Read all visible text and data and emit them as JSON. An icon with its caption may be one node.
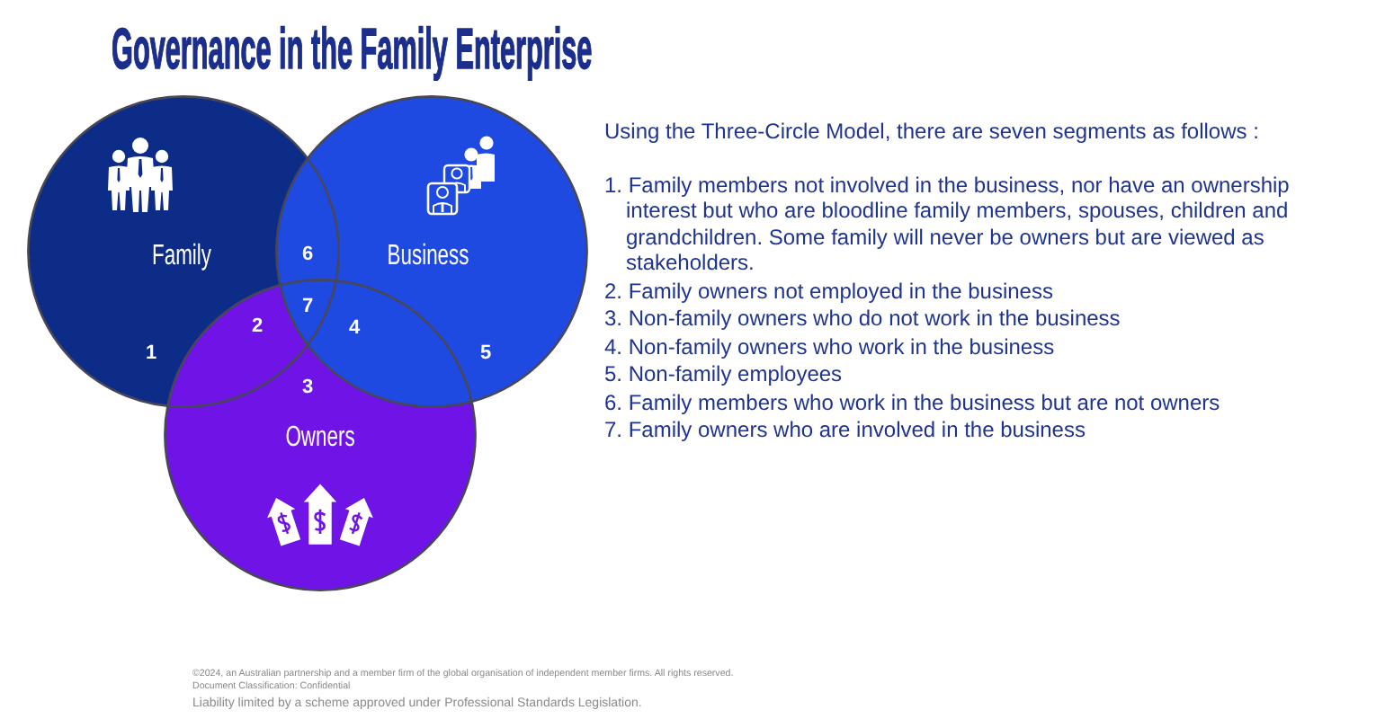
{
  "diagram": {
    "title": "Governance in the Family Enterprise",
    "nodes": [
      {
        "text": [
          "Family"
        ]
      },
      {
        "text": [
          "Business"
        ]
      },
      {
        "text": [
          "Owners"
        ]
      }
    ],
    "labels": [
      "6",
      "7",
      "2",
      "4",
      "1",
      "5",
      "3",
      "Using the Three-Circle Model, there are seven segments as follows :",
      "1. Family members not involved in the business, nor have an ownership interest but who are bloodline family members, spouses, children and grandchildren. Some family will never be owners but are viewed as stakeholders.",
      "2. Family owners not employed in the business",
      "3. Non-family owners who do not work in the business",
      "4. Non-family owners who work in the business",
      "5. Non-family employees",
      "6. Family members who work in the business but are not owners",
      "7. Family owners who are involved in the business",
      "©2024, an Australian partnership and a member firm of the global organisation of independent member firms. All rights reserved.",
      "Document Classification: Confidential",
      "Liability limited by a scheme approved under Professional Standards Legislation."
    ]
  }
}
